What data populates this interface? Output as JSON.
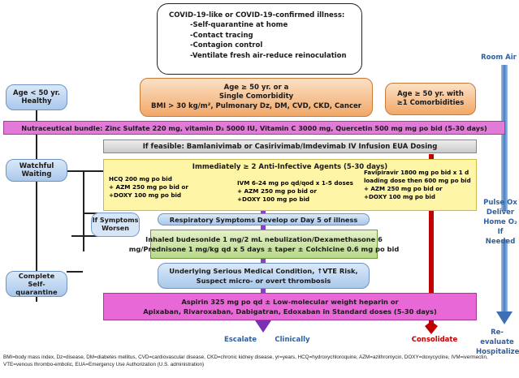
{
  "covid_box": {
    "title": "COVID-19-like or COVID-19-confirmed illness:",
    "items": [
      "-Self-quarantine at home",
      "-Contact tracing",
      "-Contagion control",
      "-Ventilate fresh air-reduce reinoculation"
    ]
  },
  "room_air": "Room Air",
  "age_lt50": "Age < 50 yr. Healthy",
  "age_ge50_single": {
    "line1": "Age ≥ 50 yr. or a",
    "line2": "Single Comorbidity",
    "line3": "BMI > 30 kg/m², Pulmonary Dz, DM, CVD, CKD, Cancer"
  },
  "age_ge50_multi": {
    "line1": "Age ≥ 50 yr. with",
    "line2": "≥1 Comorbidities"
  },
  "nutraceutical": "Nutraceutical bundle: Zinc Sulfate 220 mg, vitamin D₃ 5000 IU, Vitamin C 3000 mg, Quercetin 500 mg mg po bid (5-30 days)",
  "bamlanivimab": "If feasible:  Bamlanivimab or Casirivimab/Imdevimab IV Infusion EUA Dosing",
  "watchful_waiting": "Watchful Waiting",
  "anti_infective": {
    "title": "Immediately ≥ 2 Anti-Infective Agents (5-30 days)",
    "col1": [
      "HCQ 200 mg po bid",
      "+ AZM 250 mg po bid or",
      "+DOXY 100 mg po bid"
    ],
    "col2": [
      "IVM 6-24 mg po qd/qod x 1-5 doses",
      "+ AZM 250 mg po bid or",
      "+DOXY 100 mg po bid"
    ],
    "col3": [
      "Favipiravir 1800 mg po bid  x 1 d",
      "loading dose then 600 mg po bid",
      "+ AZM 250 mg po bid or",
      "+DOXY 100 mg po bid"
    ]
  },
  "pulse_ox": [
    "Pulse Ox",
    "Deliver",
    "Home O₂",
    "If Needed"
  ],
  "if_symptoms": "If Symptoms Worsen",
  "resp_symptoms": "Respiratory Symptoms Develop or Day 5 of illness",
  "budesonide": [
    "Inhaled budesonide 1 mg/2 mL nebulization/Dexamethasone 6",
    "mg/Prednisone 1 mg/kg qd x 5 days ± taper ± Colchicine 0.6 mg po bid"
  ],
  "complete_quarantine": "Complete Self-quarantine",
  "underlying": [
    "Underlying Serious Medical Condition, ↑VTE Risk,",
    "Suspect micro- or overt thrombosis"
  ],
  "aspirin": [
    "Aspirin 325 mg po qd ± Low-molecular weight heparin or",
    "Apixaban, Rivaroxaban, Dabigatran, Edoxaban in Standard doses (5-30 days)"
  ],
  "reevaluate": [
    "Re-evaluate",
    "Hospitalize"
  ],
  "escalate": "Escalate",
  "clinically": "Clinically",
  "consolidate": "Consolidate",
  "footnote": "BMI=body mass index, Dz=disease, DM=diabetes mellitus, CVD=cardiovascular disease, CKD=chronic kidney disease, yr=years, HCQ=hydroxychloroquine, AZM=azithromycin, DOXY=doxycycline, IVM=ivermectin, VTE=venous thrombo-embolic, EUA=Emergency Use Authorization (U.S. administration)",
  "colors": {
    "blue_text": "#2f5f9e",
    "purple_arrow": "#7a2fb5",
    "red_arrow": "#c00000",
    "arrow_blue": "#4a7fc4"
  }
}
